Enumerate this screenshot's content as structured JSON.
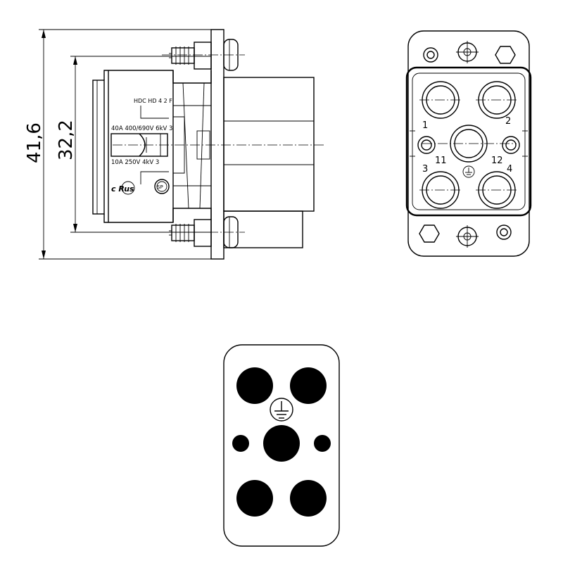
{
  "dimensions": {
    "overall_height": "41,6",
    "inner_height": "32,2"
  },
  "side_view": {
    "model_label": "HDC HD 4 2 F",
    "rating_main": "40A 400/690V 6kV 3",
    "rating_aux": "10A 250V 4kV 3",
    "cert_ul": "c Rus",
    "cert_csa": "SP"
  },
  "front_view": {
    "pin_labels": [
      "1",
      "2",
      "3",
      "4",
      "11",
      "12"
    ]
  },
  "colors": {
    "line": "#000000",
    "background": "#ffffff",
    "contact_fill": "#000000"
  }
}
